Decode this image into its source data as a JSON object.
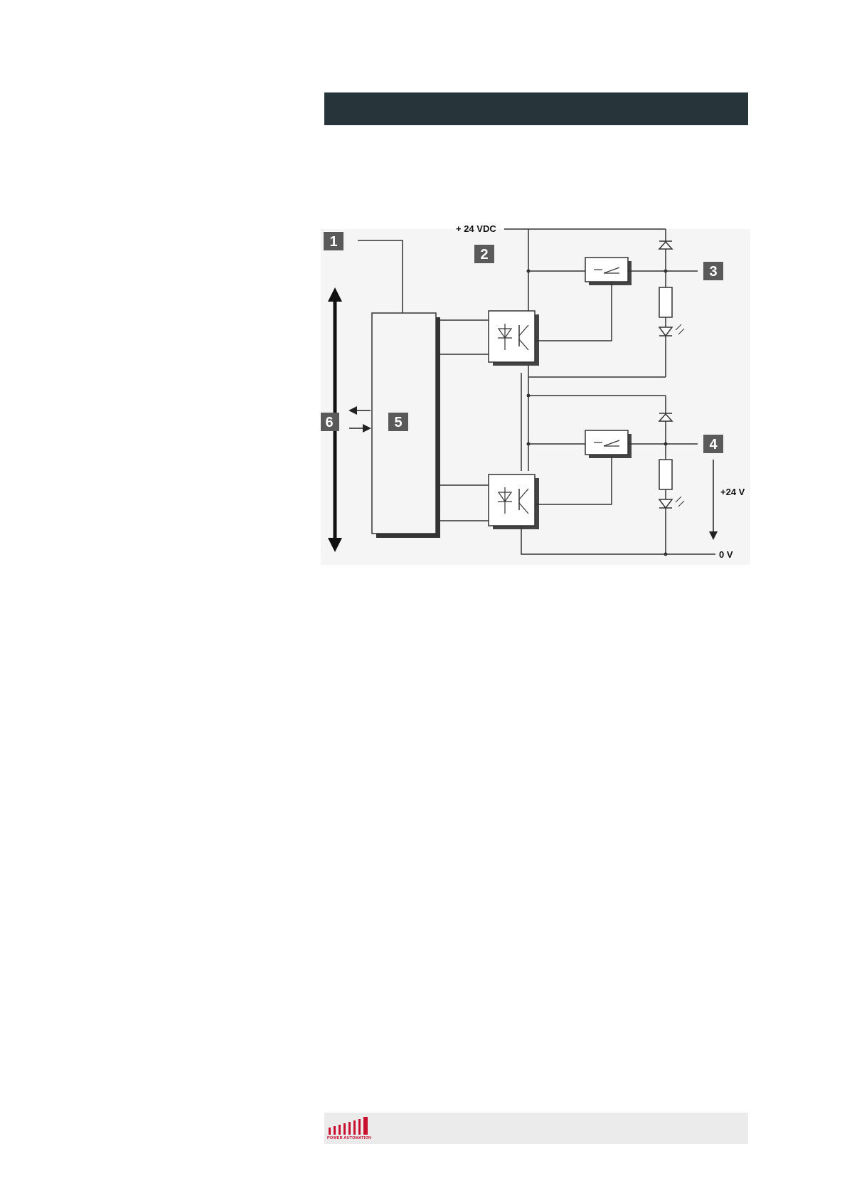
{
  "header": {
    "color": "#27353b"
  },
  "diagram": {
    "labels": {
      "supply": "+ 24 VDC",
      "load_voltage": "+24 V",
      "ground": "0 V"
    },
    "callouts": [
      "1",
      "2",
      "3",
      "4",
      "5",
      "6"
    ],
    "colors": {
      "callout_bg": "#5a5a5a",
      "callout_text": "#ffffff",
      "background": "#f5f5f5",
      "lines": "#333333"
    }
  },
  "footer": {
    "logo_text": "POWER AUTOMATION",
    "logo_color": "#c8102e",
    "background": "#ebebeb"
  }
}
